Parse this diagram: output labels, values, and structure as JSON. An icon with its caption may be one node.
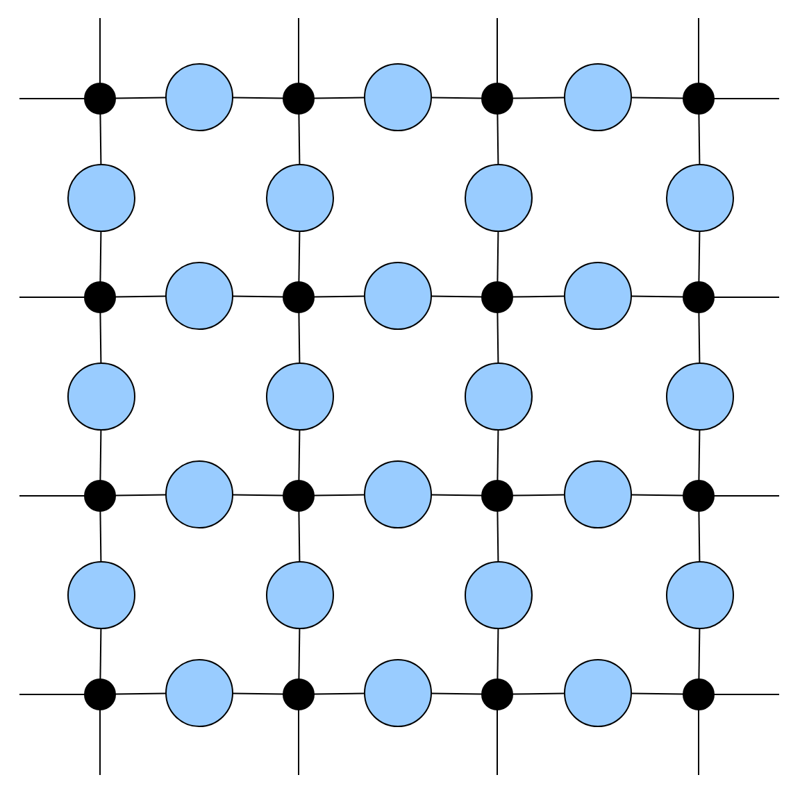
{
  "diagram": {
    "nodes": [
      {
        "text": [],
        "shape": "dot"
      },
      {
        "text": [],
        "shape": "circle"
      },
      {
        "text": [],
        "shape": "dot"
      },
      {
        "text": [],
        "shape": "circle"
      },
      {
        "text": [],
        "shape": "dot"
      },
      {
        "text": [],
        "shape": "circle"
      },
      {
        "text": [],
        "shape": "dot"
      },
      {
        "text": [],
        "shape": "circle"
      },
      {
        "text": [],
        "shape": "circle"
      },
      {
        "text": [],
        "shape": "circle"
      },
      {
        "text": [],
        "shape": "circle"
      },
      {
        "text": [],
        "shape": "dot"
      },
      {
        "text": [],
        "shape": "circle"
      },
      {
        "text": [],
        "shape": "dot"
      },
      {
        "text": [],
        "shape": "circle"
      },
      {
        "text": [],
        "shape": "dot"
      },
      {
        "text": [],
        "shape": "circle"
      },
      {
        "text": [],
        "shape": "dot"
      },
      {
        "text": [],
        "shape": "circle"
      },
      {
        "text": [],
        "shape": "circle"
      },
      {
        "text": [],
        "shape": "circle"
      },
      {
        "text": [],
        "shape": "circle"
      },
      {
        "text": [],
        "shape": "dot"
      },
      {
        "text": [],
        "shape": "circle"
      },
      {
        "text": [],
        "shape": "dot"
      },
      {
        "text": [],
        "shape": "circle"
      },
      {
        "text": [],
        "shape": "dot"
      },
      {
        "text": [],
        "shape": "circle"
      },
      {
        "text": [],
        "shape": "dot"
      },
      {
        "text": [],
        "shape": "circle"
      },
      {
        "text": [],
        "shape": "circle"
      },
      {
        "text": [],
        "shape": "circle"
      },
      {
        "text": [],
        "shape": "circle"
      },
      {
        "text": [],
        "shape": "dot"
      },
      {
        "text": [],
        "shape": "circle"
      },
      {
        "text": [],
        "shape": "dot"
      },
      {
        "text": [],
        "shape": "circle"
      },
      {
        "text": [],
        "shape": "dot"
      },
      {
        "text": [],
        "shape": "circle"
      },
      {
        "text": [],
        "shape": "dot"
      }
    ],
    "edges": [
      {
        "from": null,
        "to": 0,
        "arrow": "none"
      },
      {
        "from": null,
        "to": 2,
        "arrow": "none"
      },
      {
        "from": null,
        "to": 4,
        "arrow": "none"
      },
      {
        "from": null,
        "to": 6,
        "arrow": "none"
      },
      {
        "from": null,
        "to": 0,
        "arrow": "none"
      },
      {
        "from": 0,
        "to": 1,
        "arrow": "none"
      },
      {
        "from": 1,
        "to": 2,
        "arrow": "none"
      },
      {
        "from": 2,
        "to": 3,
        "arrow": "none"
      },
      {
        "from": 3,
        "to": 4,
        "arrow": "none"
      },
      {
        "from": 4,
        "to": 5,
        "arrow": "none"
      },
      {
        "from": 5,
        "to": 6,
        "arrow": "none"
      },
      {
        "from": 6,
        "to": null,
        "arrow": "none"
      },
      {
        "from": 0,
        "to": 7,
        "arrow": "none"
      },
      {
        "from": 7,
        "to": 11,
        "arrow": "none"
      },
      {
        "from": 2,
        "to": 8,
        "arrow": "none"
      },
      {
        "from": 8,
        "to": 13,
        "arrow": "none"
      },
      {
        "from": 4,
        "to": 9,
        "arrow": "none"
      },
      {
        "from": 9,
        "to": 15,
        "arrow": "none"
      },
      {
        "from": 6,
        "to": 10,
        "arrow": "none"
      },
      {
        "from": 10,
        "to": 17,
        "arrow": "none"
      },
      {
        "from": null,
        "to": 11,
        "arrow": "none"
      },
      {
        "from": 11,
        "to": 12,
        "arrow": "none"
      },
      {
        "from": 12,
        "to": 13,
        "arrow": "none"
      },
      {
        "from": 13,
        "to": 14,
        "arrow": "none"
      },
      {
        "from": 14,
        "to": 15,
        "arrow": "none"
      },
      {
        "from": 15,
        "to": 16,
        "arrow": "none"
      },
      {
        "from": 16,
        "to": 17,
        "arrow": "none"
      },
      {
        "from": 17,
        "to": null,
        "arrow": "none"
      },
      {
        "from": 11,
        "to": 18,
        "arrow": "none"
      },
      {
        "from": 18,
        "to": 22,
        "arrow": "none"
      },
      {
        "from": 13,
        "to": 19,
        "arrow": "none"
      },
      {
        "from": 19,
        "to": 24,
        "arrow": "none"
      },
      {
        "from": 15,
        "to": 20,
        "arrow": "none"
      },
      {
        "from": 20,
        "to": 26,
        "arrow": "none"
      },
      {
        "from": 17,
        "to": 21,
        "arrow": "none"
      },
      {
        "from": 21,
        "to": 28,
        "arrow": "none"
      },
      {
        "from": null,
        "to": 22,
        "arrow": "none"
      },
      {
        "from": 22,
        "to": 23,
        "arrow": "none"
      },
      {
        "from": 23,
        "to": 24,
        "arrow": "none"
      },
      {
        "from": 24,
        "to": 25,
        "arrow": "none"
      },
      {
        "from": 25,
        "to": 26,
        "arrow": "none"
      },
      {
        "from": 26,
        "to": 27,
        "arrow": "none"
      },
      {
        "from": 27,
        "to": 28,
        "arrow": "none"
      },
      {
        "from": 28,
        "to": null,
        "arrow": "none"
      },
      {
        "from": 22,
        "to": 29,
        "arrow": "none"
      },
      {
        "from": 29,
        "to": 33,
        "arrow": "none"
      },
      {
        "from": 24,
        "to": 30,
        "arrow": "none"
      },
      {
        "from": 30,
        "to": 35,
        "arrow": "none"
      },
      {
        "from": 26,
        "to": 31,
        "arrow": "none"
      },
      {
        "from": 31,
        "to": 37,
        "arrow": "none"
      },
      {
        "from": 28,
        "to": 32,
        "arrow": "none"
      },
      {
        "from": 32,
        "to": 39,
        "arrow": "none"
      },
      {
        "from": null,
        "to": 33,
        "arrow": "none"
      },
      {
        "from": 33,
        "to": 34,
        "arrow": "none"
      },
      {
        "from": 34,
        "to": 35,
        "arrow": "none"
      },
      {
        "from": 35,
        "to": 36,
        "arrow": "none"
      },
      {
        "from": 36,
        "to": 37,
        "arrow": "none"
      },
      {
        "from": 37,
        "to": 38,
        "arrow": "none"
      },
      {
        "from": 38,
        "to": 39,
        "arrow": "none"
      },
      {
        "from": 39,
        "to": null,
        "arrow": "none"
      },
      {
        "from": 33,
        "to": null,
        "arrow": "none"
      },
      {
        "from": 35,
        "to": null,
        "arrow": "none"
      },
      {
        "from": 37,
        "to": null,
        "arrow": "none"
      },
      {
        "from": 39,
        "to": null,
        "arrow": "none"
      }
    ]
  }
}
